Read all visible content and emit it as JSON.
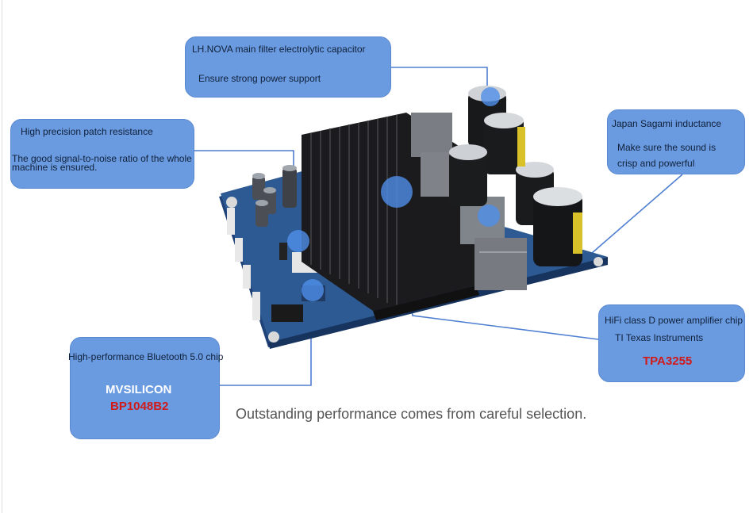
{
  "callouts": {
    "capacitor": {
      "title": "LH.NOVA main filter electrolytic capacitor",
      "desc": "Ensure strong power support"
    },
    "resistance": {
      "title": "High precision patch resistance",
      "desc": "The good signal-to-noise ratio of the whole machine is ensured."
    },
    "inductance": {
      "title": "Japan Sagami inductance",
      "desc_line1": "Make sure the sound is",
      "desc_line2": "crisp and powerful"
    },
    "amplifier": {
      "title": "HiFi class D power amplifier chip",
      "maker": "TI Texas Instruments",
      "model": "TPA3255"
    },
    "bluetooth": {
      "title": "High-performance Bluetooth 5.0 chip",
      "maker": "MVSILICON",
      "model": "BP1048B2"
    }
  },
  "tagline": "Outstanding performance comes from careful selection.",
  "colors": {
    "callout_bg": "#6a9be0",
    "highlight_red": "#d11a1a",
    "leader_line": "#4f7fd0",
    "pcb": "#2d5a92",
    "heatsink": "#1b1b1d"
  }
}
